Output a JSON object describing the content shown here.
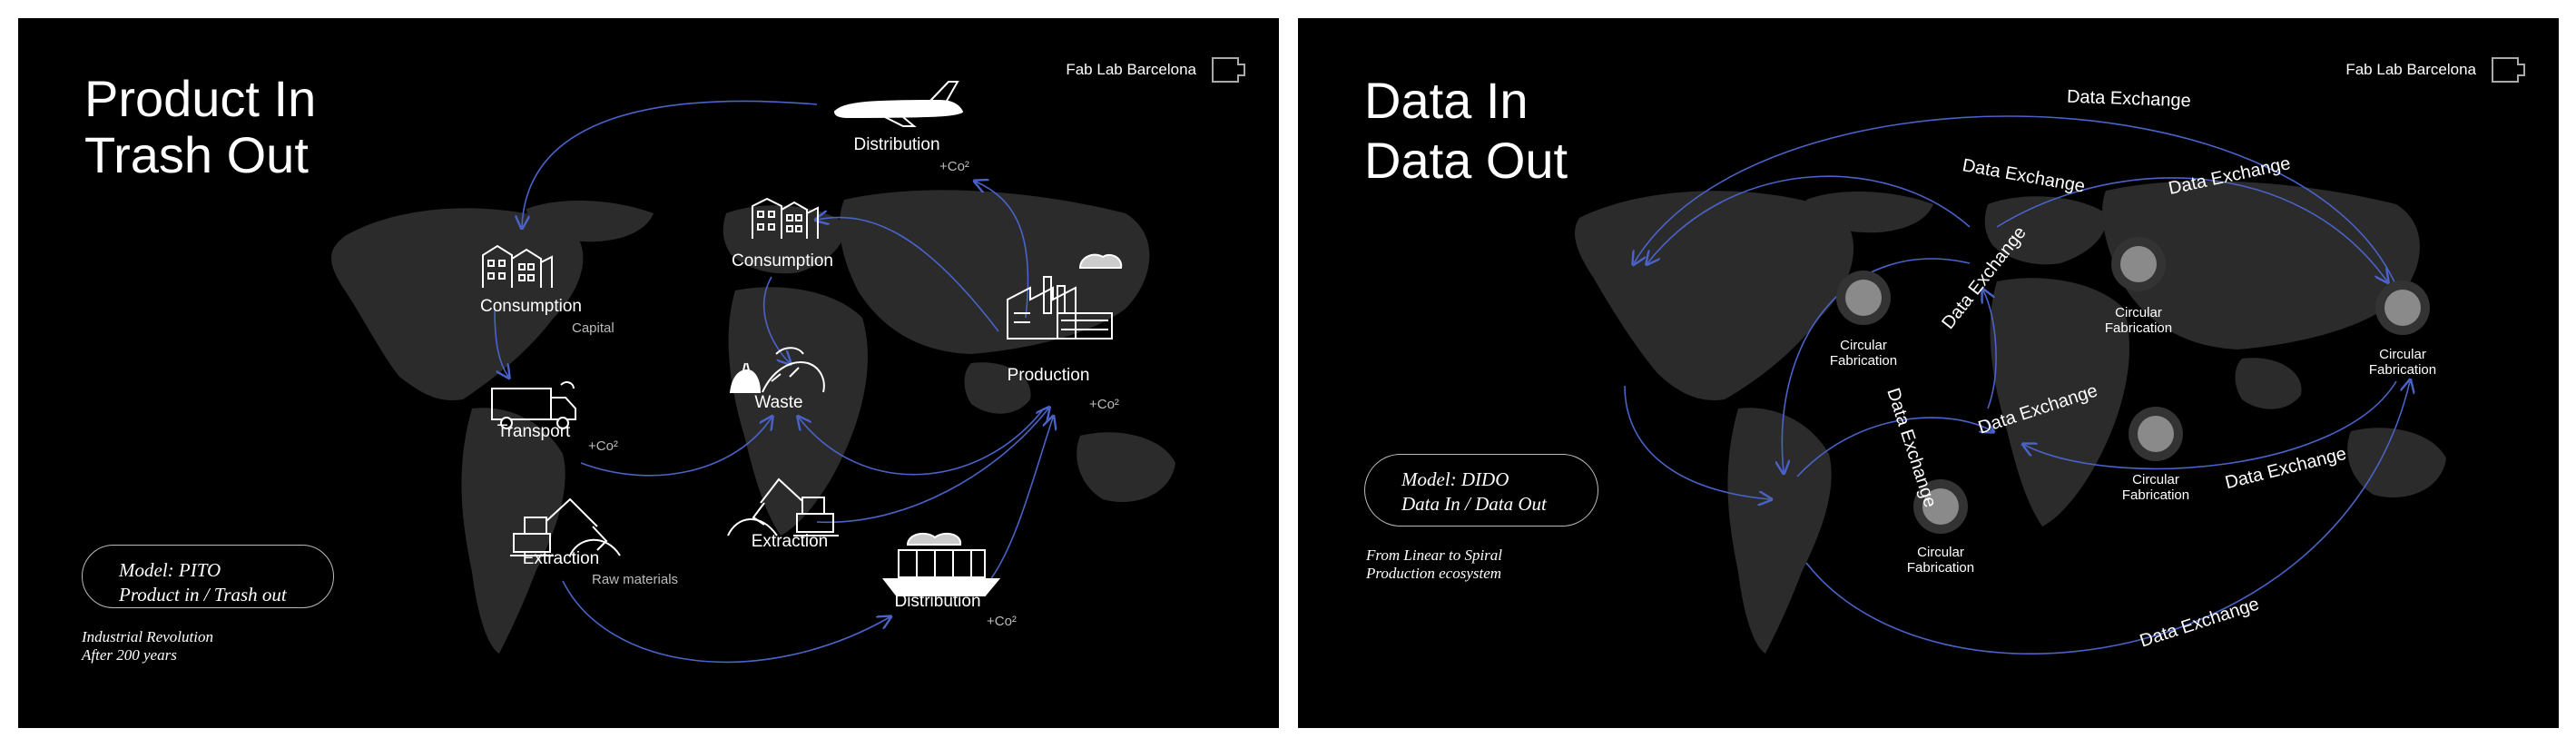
{
  "brand": {
    "name": "Fab Lab Barcelona"
  },
  "left": {
    "title_lines": [
      "Product In",
      "Trash Out"
    ],
    "model_lines": [
      "Model: PITO",
      "Product in / Trash out"
    ],
    "caption_lines": [
      "Industrial Revolution",
      "After 200 years"
    ],
    "labels": {
      "distribution_top": "Distribution",
      "co2_top": "+Co²",
      "consumption_center": "Consumption",
      "consumption_left": "Consumption",
      "capital": "Capital",
      "production": "Production",
      "co2_production": "+Co²",
      "waste": "Waste",
      "transport": "Transport",
      "co2_transport": "+Co²",
      "extraction_left": "Extraction",
      "raw_materials": "Raw materials",
      "extraction_center": "Extraction",
      "distribution_bottom": "Distribution",
      "co2_bottom": "+Co²"
    }
  },
  "right": {
    "title_lines": [
      "Data In",
      "Data Out"
    ],
    "model_lines": [
      "Model: DIDO",
      "Data In / Data Out"
    ],
    "caption_lines": [
      "From Linear to Spiral",
      "Production ecosystem"
    ],
    "node_label_lines": [
      "Circular",
      "Fabrication"
    ],
    "exchange_label": "Data Exchange"
  },
  "colors": {
    "background": "#000000",
    "map": "#2b2b2b",
    "arrow": "#4a63c8",
    "text": "#ffffff"
  }
}
